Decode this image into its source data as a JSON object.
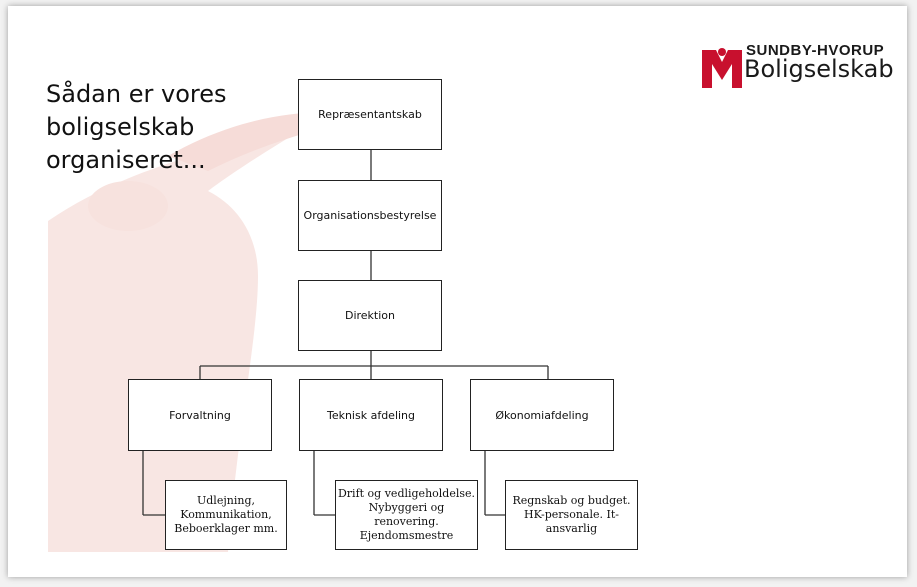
{
  "slide": {
    "title_lines": [
      "Sådan er vores",
      "boligselskab",
      "organiseret..."
    ]
  },
  "logo": {
    "top_text": "SUNDBY-HVORUP",
    "bottom_text": "Boligselskab",
    "accent_color": "#c8102e"
  },
  "org": {
    "top": "Repræsentantskab",
    "board": "Organisationsbestyrelse",
    "management": "Direktion",
    "departments": [
      {
        "label": "Forvaltning",
        "detail_lines": [
          "Udlejning,",
          "Kommunikation,",
          "Beboerklager mm."
        ]
      },
      {
        "label": "Teknisk afdeling",
        "detail_lines": [
          "Drift og vedligeholdelse.",
          "Nybyggeri og",
          "renovering.",
          "Ejendomsmestre"
        ]
      },
      {
        "label": "Økonomiafdeling",
        "detail_lines": [
          "Regnskab og budget.",
          "HK-personale. It-",
          "ansvarlig"
        ]
      }
    ]
  }
}
